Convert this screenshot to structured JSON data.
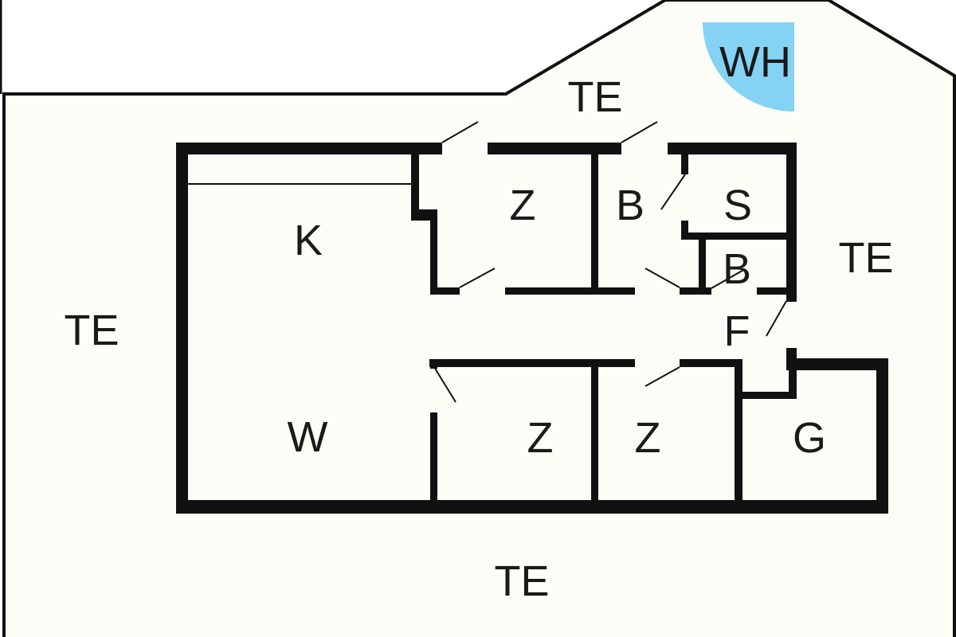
{
  "title": "Floor plan",
  "colors": {
    "lot": "#fdfdf7",
    "wall": "#111111",
    "whirlpool": "#84d3f5"
  },
  "labels": {
    "te_top": "TE",
    "wh": "WH",
    "te_left": "TE",
    "te_right": "TE",
    "te_bottom": "TE",
    "k": "K",
    "w": "W",
    "z_top": "Z",
    "b_top": "B",
    "s": "S",
    "b_small": "B",
    "f": "F",
    "z_low_left": "Z",
    "z_low_right": "Z",
    "g": "G"
  }
}
